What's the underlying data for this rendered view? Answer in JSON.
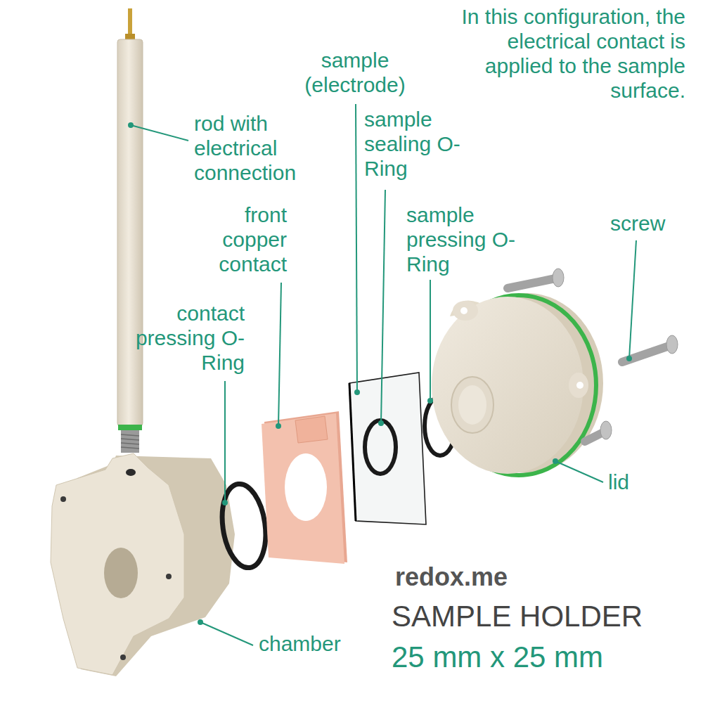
{
  "diagram": {
    "labels": [
      "In this configuration, the electrical contact is applied to the sample surface.",
      "sample (electrode)",
      "rod with electrical connection",
      "sample sealing O-Ring",
      "front copper contact",
      "sample pressing O-Ring",
      "screw",
      "contact pressing O-Ring",
      "lid",
      "chamber",
      "redox.me",
      "SAMPLE HOLDER",
      "25 mm x 25 mm"
    ]
  }
}
